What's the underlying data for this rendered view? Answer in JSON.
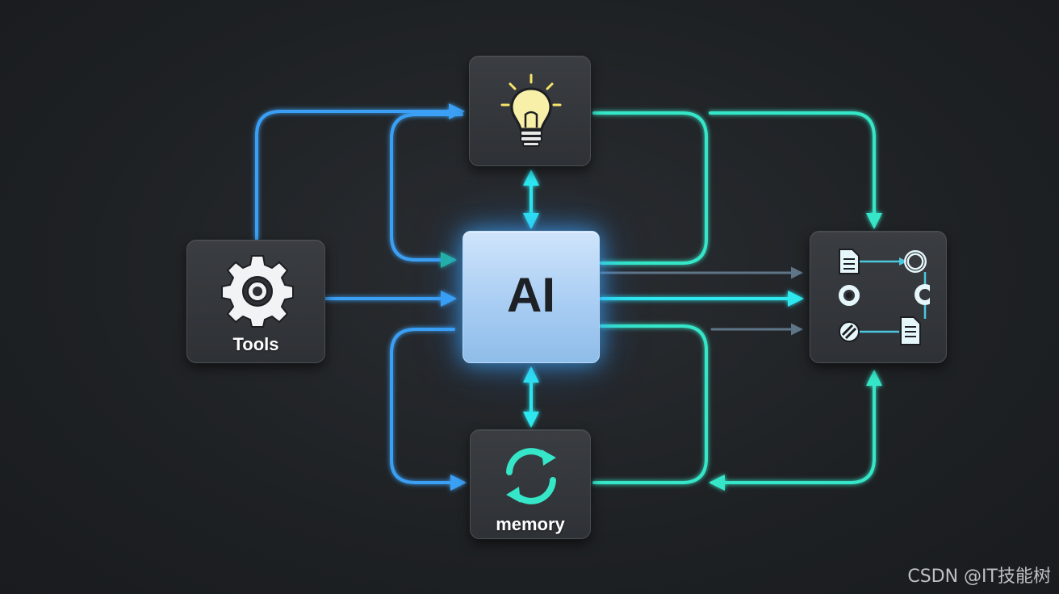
{
  "nodes": {
    "ai": {
      "label": "AI"
    },
    "tools": {
      "label": "Tools"
    },
    "memory": {
      "label": "memory"
    },
    "idea": {
      "label": ""
    },
    "workflow": {
      "label": ""
    }
  },
  "icons": {
    "idea": "lightbulb-icon",
    "tools": "gear-icon",
    "memory": "refresh-cycle-icon",
    "workflow": "workflow-diagram-icon"
  },
  "colors": {
    "background": "#1e2124",
    "node": "#34373b",
    "ai_node": "#a9cdf3",
    "blue_line": "#3aa0f5",
    "cyan_line": "#35e6c8",
    "bright_cyan": "#2ee8f0",
    "grey_arrow": "#5f7588",
    "bulb": "#f8f0a8"
  },
  "watermark": "CSDN @IT技能树"
}
